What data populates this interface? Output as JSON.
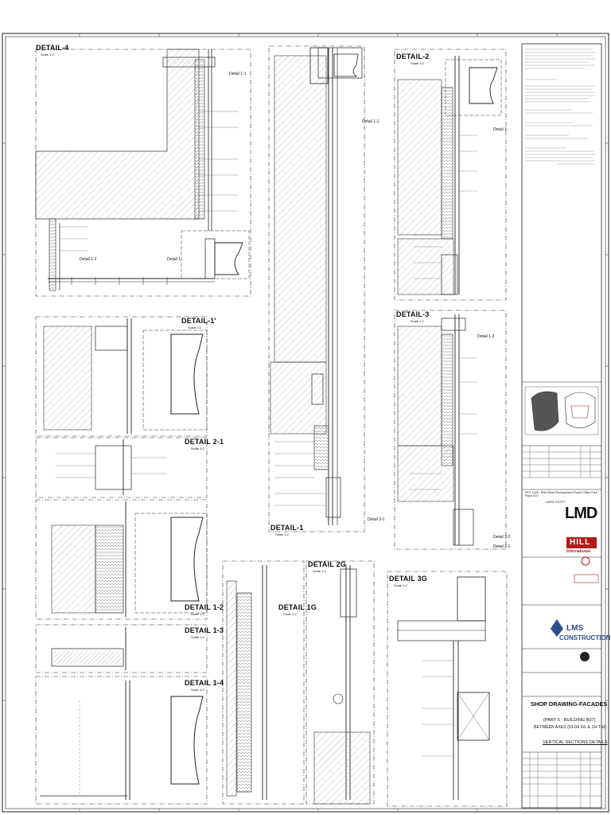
{
  "details": {
    "d4": {
      "title": "DETAIL-4",
      "scale": "Scale 1:2"
    },
    "d2": {
      "title": "DETAIL-2",
      "scale": "Scale 1:2"
    },
    "d3": {
      "title": "DETAIL-3",
      "scale": "Scale 1:2"
    },
    "d1": {
      "title": "DETAIL-1",
      "scale": "Scale 1:2"
    },
    "d1p": {
      "title": "DETAIL-1'",
      "scale": "Scale 1:2"
    },
    "d21": {
      "title": "DETAIL 2-1",
      "scale": "Scale 1:2"
    },
    "d12": {
      "title": "DETAIL 1-2",
      "scale": "Scale 1:2"
    },
    "d13": {
      "title": "DETAIL 1-3",
      "scale": "Scale 1:2"
    },
    "d14": {
      "title": "DETAIL 1-4",
      "scale": "Scale 1:2"
    },
    "d2g": {
      "title": "DETAIL 2G",
      "scale": "Scale 1:2"
    },
    "d1g": {
      "title": "DETAIL 1G",
      "scale": "Scale 1:2"
    },
    "d3g": {
      "title": "DETAIL 3G",
      "scale": "Scale 1:2"
    }
  },
  "callouts": {
    "c_d4_11": "Detail 1-1",
    "c_d4_12": "Detail 1-2",
    "c_d4_1": "Detail 1-",
    "c_d1_11": "Detail 1-1",
    "c_d1_31": "Detail 3-1",
    "c_d2_1": "Detail 1-",
    "c_d3_13": "Detail 1-3",
    "c_d3_32": "Detail 3-2",
    "c_d3_31": "Detail 3-1"
  },
  "title_block": {
    "client_line": "PEG 11A5 - Elite Mixed Development Project Office Park - Plaza 02/1",
    "location": "CAIRO, EGYPT",
    "pm_brand": "LMD",
    "pm_sub": "HILL",
    "pm_sub2": "International",
    "contractor": "LMS",
    "contractor2": "CONSTRUCTION",
    "drawing_type": "SHOP DRAWING-FACADES",
    "part_line1": "(PART 5 - BUILDING B07)",
    "part_line2": "BETWEEN AXES (01-04 X/L & 1H-T-H)",
    "sheet_title": "VERTICAL SECTIONS DETAILS"
  },
  "colors": {
    "ink": "#1a1a1a",
    "hatch": "#8a8a8a",
    "accent_red": "#b01c1c"
  }
}
